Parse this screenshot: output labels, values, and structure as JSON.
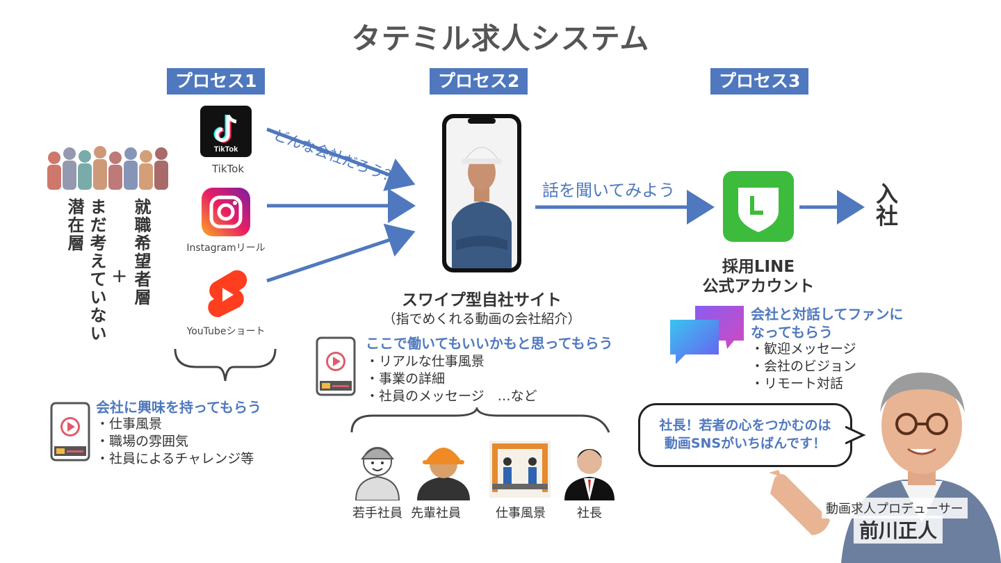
{
  "title": "タテミル求人システム",
  "process1": {
    "badge": "プロセス1",
    "platforms": [
      {
        "label": "TikTok",
        "logo_text": "TikTok",
        "icon": "tiktok-icon"
      },
      {
        "label": "Instagramリール",
        "icon": "instagram-icon"
      },
      {
        "label": "YouTubeショート",
        "icon": "youtube-shorts-icon"
      }
    ],
    "audience": {
      "col1": "就職希望者層",
      "plus": "+",
      "col2": "まだ考えていない",
      "col3": "潜在層"
    },
    "goal": "会社に興味を持ってもらう",
    "bullets": [
      "・仕事風景",
      "・職場の雰囲気",
      "・社員によるチャレンジ等"
    ]
  },
  "arrow_caption_1": "どんな会社だろう？",
  "process2": {
    "badge": "プロセス2",
    "site_title": "スワイプ型自社サイト",
    "site_sub": "（指でめくれる動画の会社紹介）",
    "goal": "ここで働いてもいいかもと思ってもらう",
    "bullets": [
      "・リアルな仕事風景",
      "・事業の詳細",
      "・社員のメッセージ　…など"
    ],
    "people": [
      "若手社員",
      "先輩社員",
      "仕事風景",
      "社長"
    ]
  },
  "arrow_caption_2": "話を聞いてみよう",
  "process3": {
    "badge": "プロセス3",
    "line_title_1": "採用LINE",
    "line_title_2": "公式アカウント",
    "goal_1": "会社と対話してファンに",
    "goal_2": "なってもらう",
    "bullets": [
      "・歓迎メッセージ",
      "・会社のビジョン",
      "・リモート対話"
    ]
  },
  "join": "入社",
  "speech": {
    "line1": "社長！若者の心をつかむのは",
    "line2": "動画SNSがいちばんです！"
  },
  "producer": {
    "role": "動画求人プロデューサー",
    "name": "前川正人"
  },
  "colors": {
    "accent": "#4f78be",
    "line_green": "#3dbb3d",
    "youtube_red": "#ff3d1f"
  }
}
